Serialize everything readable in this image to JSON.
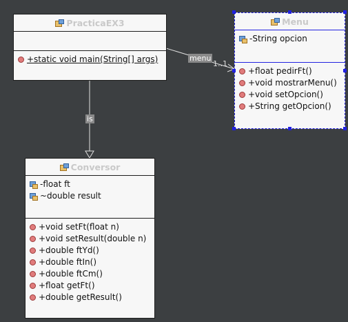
{
  "classes": {
    "practica": {
      "name": "PracticaEX3",
      "methods": [
        "+static void main(String[] args)"
      ]
    },
    "menu": {
      "name": "Menu",
      "attributes": [
        "-String opcion"
      ],
      "methods": [
        "+float pedirFt()",
        "+void mostrarMenu()",
        "+void setOpcion()",
        "+String getOpcion()"
      ]
    },
    "conversor": {
      "name": "Conversor",
      "attributes": [
        "-float ft",
        "~double result"
      ],
      "methods": [
        "+void setFt(float n)",
        "+void setResult(double n)",
        "+double ftYd()",
        "+double ftIn()",
        "+double ftCm()",
        "+float getFt()",
        "+double getResult()"
      ]
    }
  },
  "relations": {
    "association_label": "menu",
    "association_multiplicity": "1..1",
    "inheritance_label": "is"
  }
}
